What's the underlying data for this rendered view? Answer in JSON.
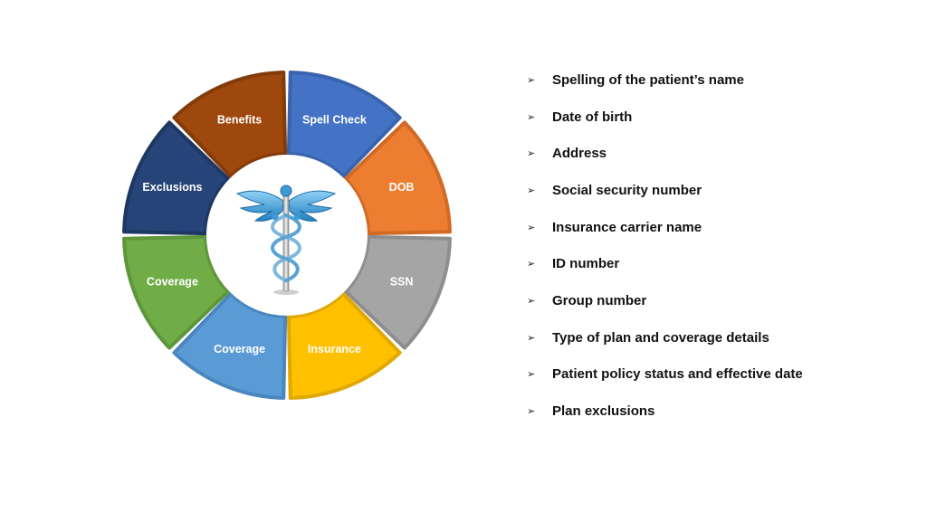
{
  "wheel": {
    "center_icon": "caduceus-icon",
    "segments": [
      {
        "label": "Spell Check",
        "color": "#4472C4",
        "border": "#3A63AE"
      },
      {
        "label": "DOB",
        "color": "#ED7D31",
        "border": "#D06A24"
      },
      {
        "label": "SSN",
        "color": "#A5A5A5",
        "border": "#8E8E8E"
      },
      {
        "label": "Insurance",
        "color": "#FFC000",
        "border": "#E0A800"
      },
      {
        "label": "Coverage",
        "color": "#5B9BD5",
        "border": "#4A86BF"
      },
      {
        "label": "Coverage",
        "color": "#70AD47",
        "border": "#5E963A"
      },
      {
        "label": "Exclusions",
        "color": "#264478",
        "border": "#1E3763"
      },
      {
        "label": "Benefits",
        "color": "#9E480E",
        "border": "#843B0A"
      }
    ]
  },
  "checklist": {
    "bullet_icon": "arrow-bullet-icon",
    "items": [
      "Spelling of the patient’s name",
      "Date of birth",
      "Address",
      "Social security number",
      "Insurance carrier name",
      "ID number",
      "Group number",
      "Type of plan and coverage details",
      "Patient policy status and effective date",
      "Plan exclusions"
    ]
  }
}
